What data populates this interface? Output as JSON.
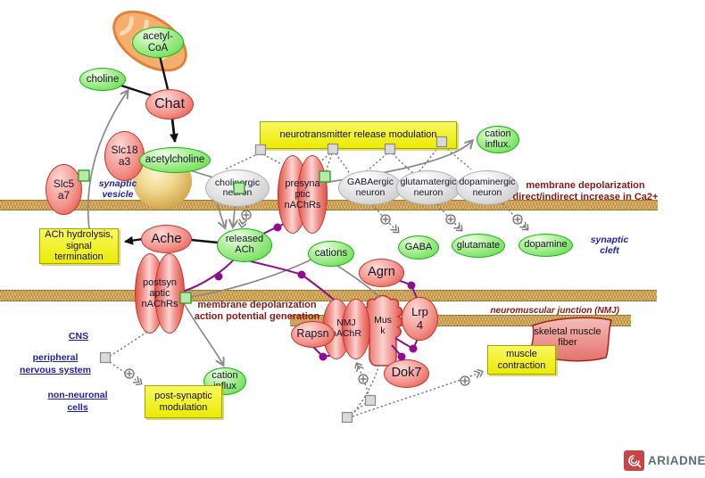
{
  "nodes": {
    "acetyl_coa": "acetyl-\nCoA",
    "choline": "choline",
    "chat": "Chat",
    "slc18a3": "Slc18\na3",
    "slc5a7": "Slc5\na7",
    "acetylcholine": "acetylcholine",
    "cholinergic_neuron": "cholinergic\nneuron",
    "presynaptic_nachrs": "presyna\nptic\nnAChRs",
    "cation_influx_top": "cation\ninflux.",
    "gabaergic_neuron": "GABAergic\nneuron",
    "glutamatergic_neuron": "glutamatergic\nneuron",
    "dopaminergic_neuron": "dopaminergic\nneuron",
    "ache": "Ache",
    "released_ach": "released\nACh",
    "cations": "cations",
    "gaba": "GABA",
    "glutamate": "glutamate",
    "dopamine": "dopamine",
    "postsynaptic_nachrs": "postsyn\naptic\nnAChRs",
    "agrn": "Agrn",
    "nmj_nachr": "NMJ\nnAChR",
    "musk": "Mus\nk",
    "lrp4": "Lrp\n4",
    "rapsn": "Rapsn",
    "dok7": "Dok7",
    "skeletal_muscle_fiber": "skeletal muscle\nfiber",
    "cation_influx_bottom": "cation\ninflux"
  },
  "processes": {
    "neurotransmitter_release_modulation": "neurotransmitter release modulation",
    "ach_hydrolysis": "ACh hydrolysis,\nsignal\ntermination",
    "post_synaptic_modulation": "post-synaptic\nmodulation",
    "muscle_contraction": "muscle\ncontraction"
  },
  "annotations": {
    "membrane_depolarization_ca": "membrane depolarization\ndirect/indirect increase in Ca2+",
    "membrane_depolarization_ap": "membrane depolarization\naction potential generation",
    "nmj": "neuromuscular junction (NMJ)"
  },
  "compartments": {
    "synaptic_vesicle": "synaptic\nvesicle",
    "synaptic_cleft": "synaptic\ncleft",
    "cns": "CNS",
    "pns": "peripheral\nnervous system",
    "non_neuronal": "non-neuronal\ncells"
  },
  "logo": {
    "brand": "ARIADNE"
  },
  "colors": {
    "protein_red": "#e8635a",
    "small_molecule_green": "#86e070",
    "cell_gray": "#d6d6d6",
    "process_yellow": "#efef2e",
    "membrane_tan": "#cfa050",
    "binding_purple": "#8e0d8e",
    "annotation_red": "#8b1717",
    "compartment_blue": "#2222a8",
    "mitochondrion_orange": "#f5ae6e"
  }
}
